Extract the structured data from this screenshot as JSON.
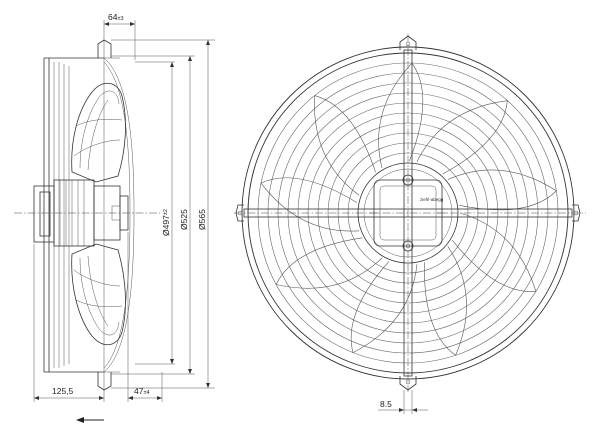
{
  "dimensions": {
    "depth_top": "64",
    "depth_top_tol": "±3",
    "dia_ring": "Ø497",
    "dia_ring_tol": "±2",
    "dia_guard": "Ø525",
    "dia_outer": "Ø565",
    "base_width": "125,5",
    "offset": "47",
    "offset_tol": "±4",
    "slot": "8.5"
  },
  "label": "ziehl-abegg",
  "flow_arrow": "arrow-left-icon"
}
